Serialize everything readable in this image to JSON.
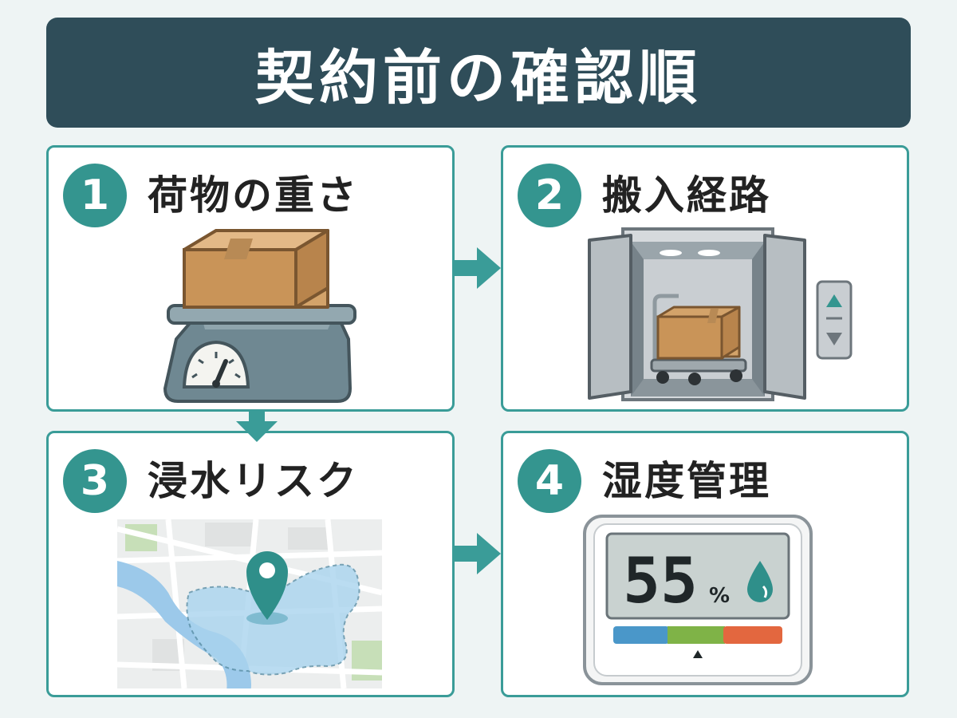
{
  "title": "契約前の確認順",
  "steps": [
    {
      "number": "1",
      "label": "荷物の重さ",
      "icon": "box-on-scale-icon"
    },
    {
      "number": "2",
      "label": "搬入経路",
      "icon": "elevator-with-cart-icon"
    },
    {
      "number": "3",
      "label": "浸水リスク",
      "icon": "flood-map-pin-icon"
    },
    {
      "number": "4",
      "label": "湿度管理",
      "icon": "hygrometer-icon"
    }
  ],
  "hygrometer": {
    "value": "55",
    "unit": "%"
  },
  "colors": {
    "title_bg": "#2f4d59",
    "accent": "#34958f",
    "arrow": "#3a9c98",
    "card_border": "#3a9c98"
  }
}
